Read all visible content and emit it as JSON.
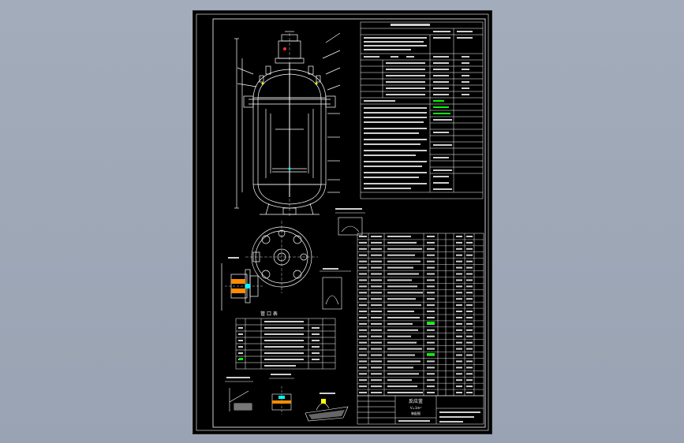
{
  "viewer": {
    "background": "#9fa9b8",
    "sheet_color": "#000000",
    "line_color": "#ffffff",
    "highlight_color": "#00ff00"
  },
  "drawing": {
    "nozzle_table_title": "管 口 表",
    "title_block": {
      "name": "反应釜",
      "spec": "V=1m³",
      "drawing_type": "装配图"
    }
  }
}
